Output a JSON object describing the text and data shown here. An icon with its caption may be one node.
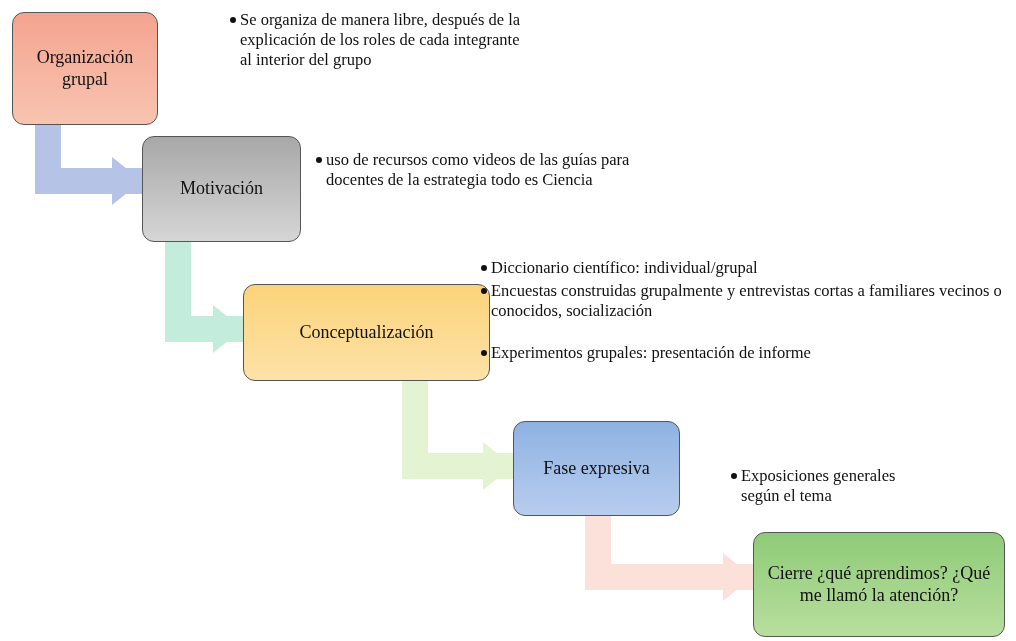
{
  "diagram": {
    "nodes": [
      {
        "text": [
          "Organización grupal"
        ]
      },
      {
        "text": [
          "Motivación"
        ]
      },
      {
        "text": [
          "Conceptualización"
        ]
      },
      {
        "text": [
          "Fase expresiva"
        ]
      },
      {
        "text": [
          "Cierre ¿qué aprendimos? ¿Qué me llamó la atención?"
        ]
      }
    ],
    "edges": [
      {
        "from": 0,
        "to": 1,
        "arrow": "to",
        "color": "#b4c3e6"
      },
      {
        "from": 1,
        "to": 2,
        "arrow": "to",
        "color": "#c4ecdc"
      },
      {
        "from": 2,
        "to": 3,
        "arrow": "to",
        "color": "#e4f4d2"
      },
      {
        "from": 3,
        "to": 4,
        "arrow": "to",
        "color": "#fbe1da"
      }
    ],
    "labels": [
      "Se organiza de manera libre, después de la explicación de los roles de cada integrante al interior del grupo",
      "uso de recursos como videos de las guías para docentes de la estrategia todo es Ciencia",
      "Diccionario científico: individual/grupal",
      "Encuestas construidas grupalmente y entrevistas cortas a familiares vecinos o conocidos, socialización",
      "Experimentos grupales: presentación de informe",
      "Exposiciones generales según el tema"
    ]
  }
}
